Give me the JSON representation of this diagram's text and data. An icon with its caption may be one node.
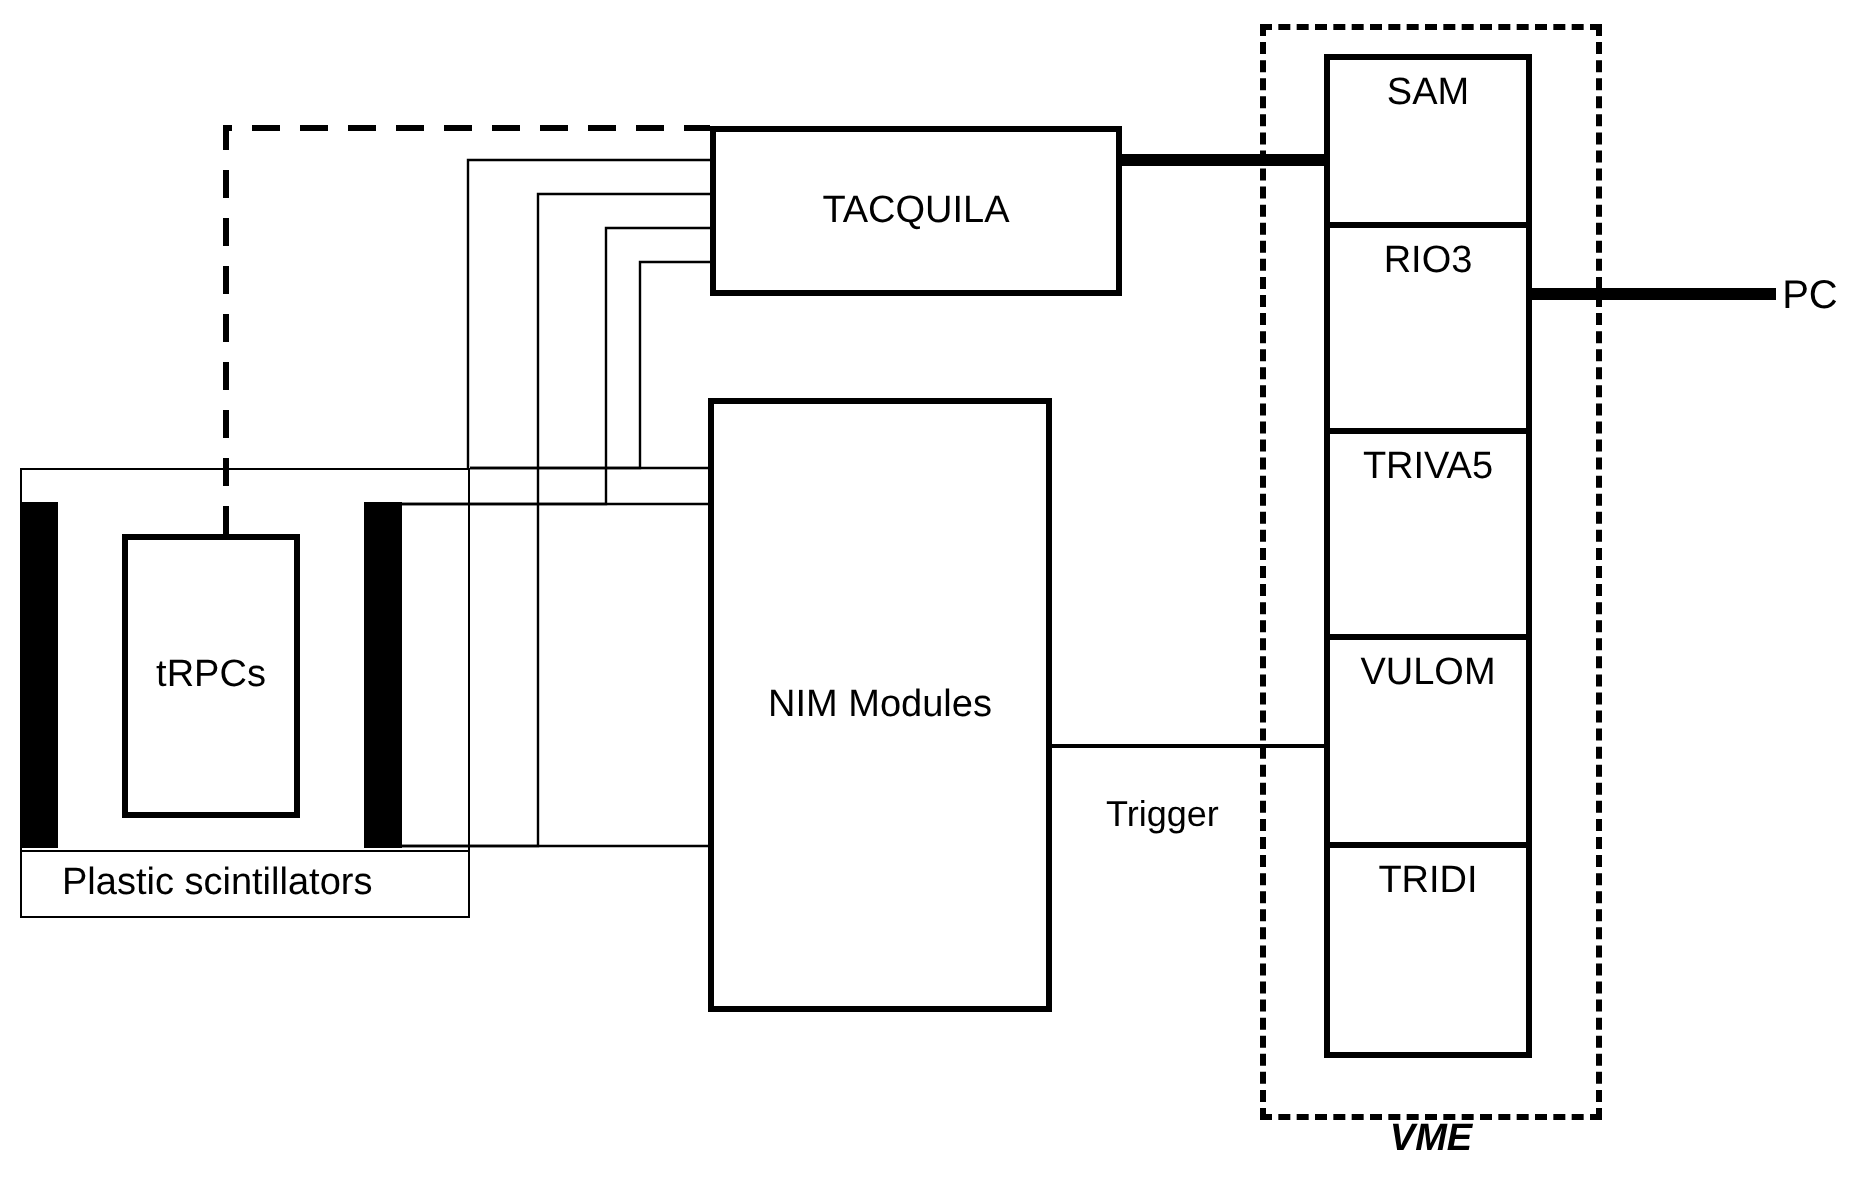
{
  "diagram": {
    "nodes": [
      {
        "text": [
          "TACQUILA"
        ]
      },
      {
        "text": [
          "VME"
        ]
      },
      {
        "text": [
          "SAM"
        ],
        "in": 1
      },
      {
        "text": [
          "RIO3"
        ],
        "in": 1
      },
      {
        "text": [
          "TRIVA5"
        ],
        "in": 1
      },
      {
        "text": [
          "VULOM"
        ],
        "in": 1
      },
      {
        "text": [
          "TRIDI"
        ],
        "in": 1
      },
      {
        "text": [
          "PC"
        ]
      },
      {
        "text": [
          "Plastic scintillators"
        ]
      },
      {
        "text": [],
        "shape": "bar",
        "in": 8
      },
      {
        "text": [
          "tRPCs"
        ],
        "in": 8
      },
      {
        "text": [],
        "shape": "bar",
        "in": 8
      },
      {
        "text": [
          "NIM Modules"
        ]
      }
    ],
    "edges": [
      {
        "from": 10,
        "to": 0,
        "arrow": "none",
        "style": "dashed"
      },
      {
        "from": 0,
        "to": 2,
        "arrow": "none",
        "style": "thick"
      },
      {
        "from": 3,
        "to": 7,
        "arrow": "none",
        "style": "thick"
      },
      {
        "from": 12,
        "to": 5,
        "arrow": "none",
        "label": "Trigger"
      },
      {
        "from": 0,
        "to": 8,
        "arrow": "none"
      },
      {
        "from": 0,
        "to": 11,
        "arrow": "none"
      },
      {
        "from": 0,
        "to": 11,
        "arrow": "none"
      },
      {
        "from": 0,
        "to": 8,
        "arrow": "none"
      },
      {
        "from": 8,
        "to": 12,
        "arrow": "none"
      },
      {
        "from": 11,
        "to": 12,
        "arrow": "none"
      },
      {
        "from": 11,
        "to": 12,
        "arrow": "none"
      }
    ]
  }
}
